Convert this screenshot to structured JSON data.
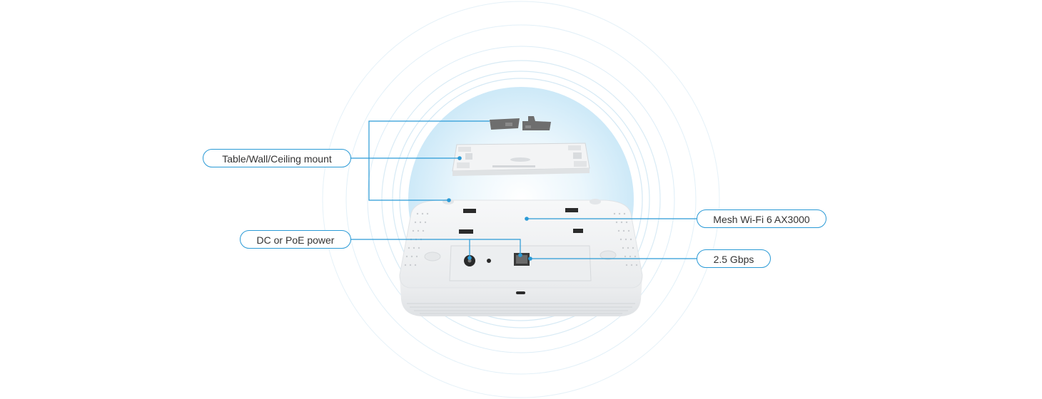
{
  "callouts": {
    "mount": "Table/Wall/Ceiling mount",
    "power": "DC or PoE power",
    "mesh": "Mesh Wi-Fi 6 AX3000",
    "speed": "2.5 Gbps"
  },
  "colors": {
    "accent": "#2a9ad6",
    "glow": "#cde9f8",
    "device": "#f4f5f6",
    "clip": "#6e6e6e"
  },
  "icons": {
    "dc-port": "dc-power-jack-icon",
    "ethernet-port": "rj45-port-icon"
  }
}
